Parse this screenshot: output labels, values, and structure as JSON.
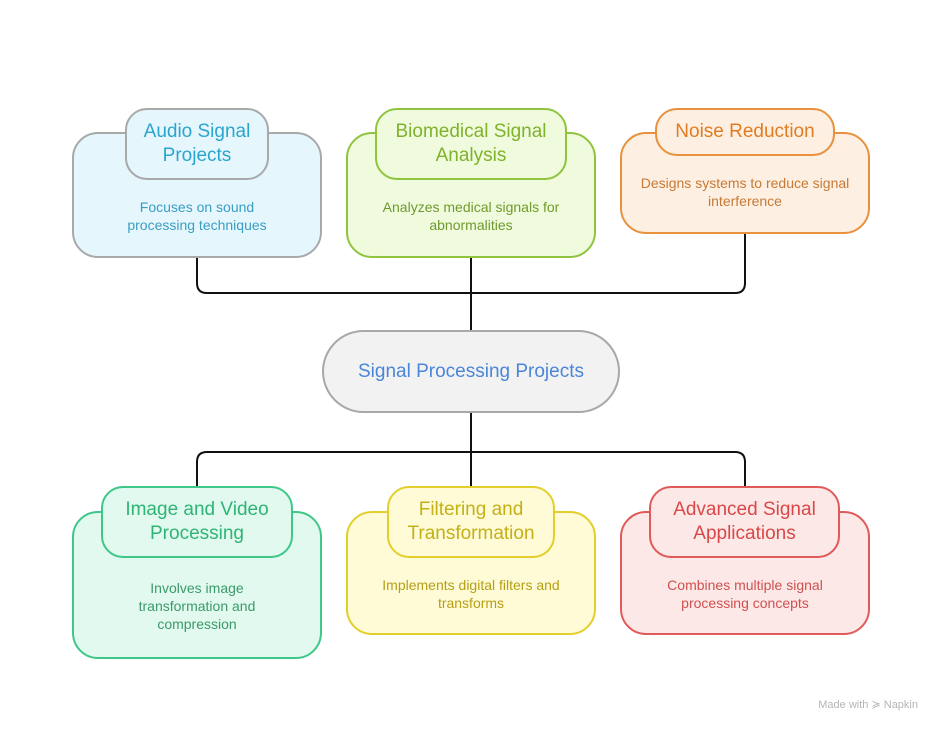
{
  "center": {
    "label": "Signal Processing Projects"
  },
  "nodes": [
    {
      "title": "Audio Signal Projects",
      "desc": "Focuses on sound processing techniques",
      "color": "#2aa5cf"
    },
    {
      "title": "Biomedical Signal Analysis",
      "desc": "Analyzes medical signals for abnormalities",
      "color": "#7fb22b"
    },
    {
      "title": "Noise Reduction",
      "desc": "Designs systems to reduce signal interference",
      "color": "#e07d22"
    },
    {
      "title": "Image and Video Processing",
      "desc": "Involves image transformation and compression",
      "color": "#2fb476"
    },
    {
      "title": "Filtering and Transformation",
      "desc": "Implements digital filters and transforms",
      "color": "#c4b017"
    },
    {
      "title": "Advanced Signal Applications",
      "desc": "Combines multiple signal processing concepts",
      "color": "#d84848"
    }
  ],
  "footer": {
    "made_with": "Made with",
    "brand": "Napkin"
  }
}
